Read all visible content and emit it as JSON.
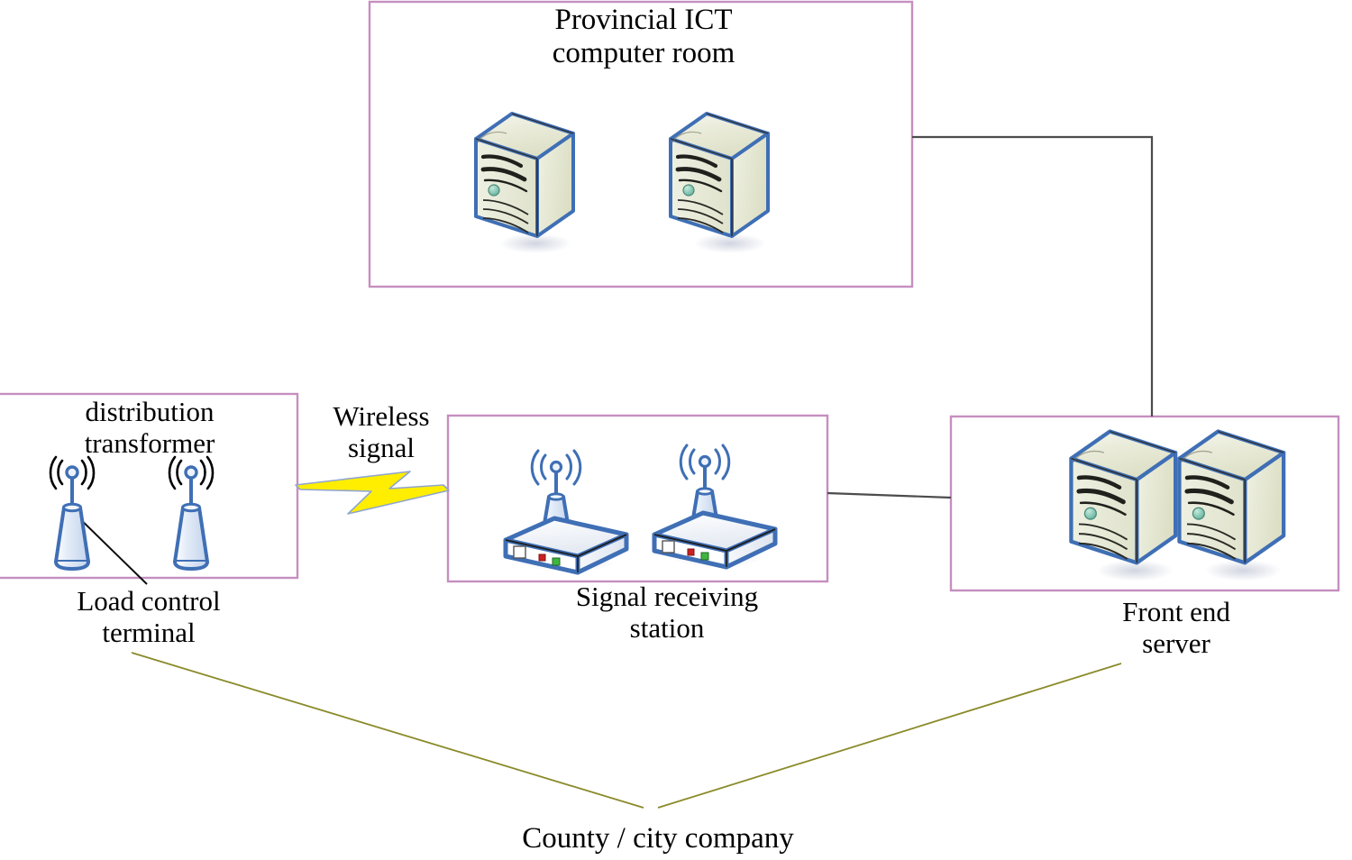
{
  "diagram": {
    "title_text": "Provincial ICT\ncomputer room",
    "type": "network-architecture-diagram",
    "background_color": "#ffffff",
    "group_box_border_color": "#c58fc0",
    "connector_color": "#4c4c4c",
    "leader_line_color": "#8a8a2a",
    "server_body_color": "#e8ead3",
    "server_outline_color": "#3f6fb5",
    "server_led_color": "#7fc4b0",
    "antenna_fill_color": "#d3e0f2",
    "antenna_outline_color": "#3f6fb5",
    "lightning_fill_color": "#ffee00",
    "lightning_outline_color": "#8fa5cf",
    "station_led_red": "#cc2020",
    "station_led_green": "#3fb53f"
  },
  "nodes": {
    "ict_room": {
      "label": "Provincial ICT\ncomputer room",
      "name": "provincial-ict-computer-room",
      "device_type": "server-tower",
      "device_count": 2
    },
    "distribution_transformer": {
      "label": "distribution\ntransformer",
      "name": "distribution-transformer",
      "device_type": "pole-transformer-antenna",
      "device_count": 2
    },
    "load_control_terminal": {
      "label": "Load control\nterminal",
      "name": "load-control-terminal"
    },
    "signal_receiving_station": {
      "label": "Signal receiving\nstation",
      "name": "signal-receiving-station",
      "device_type": "wireless-receiver-box",
      "device_count": 2
    },
    "front_end_server": {
      "label": "Front end\nserver",
      "name": "front-end-server",
      "device_type": "server-tower",
      "device_count": 2
    },
    "county_city_company": {
      "label": "County / city company",
      "name": "county-city-company"
    }
  },
  "edges": [
    {
      "from": "distribution_transformer",
      "to": "signal_receiving_station",
      "label": "Wireless\nsignal",
      "style": "lightning-bolt"
    },
    {
      "from": "signal_receiving_station",
      "to": "front_end_server",
      "label": "",
      "style": "solid-line"
    },
    {
      "from": "ict_room",
      "to": "front_end_server",
      "label": "",
      "style": "orthogonal-line"
    },
    {
      "from": "load_control_terminal",
      "to": "county_city_company",
      "label": "",
      "style": "leader-line"
    },
    {
      "from": "front_end_server",
      "to": "county_city_company",
      "label": "",
      "style": "leader-line"
    }
  ],
  "edge_labels": {
    "wireless_signal": "Wireless\nsignal"
  }
}
